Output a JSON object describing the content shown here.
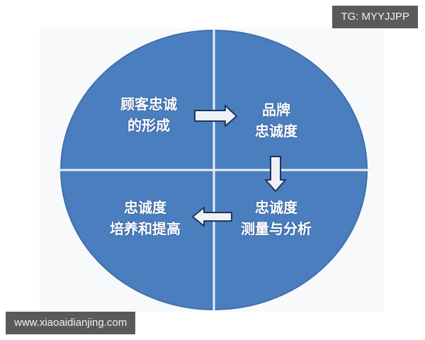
{
  "diagram": {
    "type": "quadrant-cycle",
    "colors": {
      "fill": "#4a7ebf",
      "divider": "#e8f0f8",
      "arrow_fill": "#eef2f7",
      "arrow_stroke": "#1d3557",
      "text": "#ffffff",
      "background": "#f8f9fb"
    },
    "quadrants": [
      {
        "position": "top-left",
        "lines": [
          "顾客忠诚",
          "的形成"
        ]
      },
      {
        "position": "top-right",
        "lines": [
          "品牌",
          "忠诚度"
        ]
      },
      {
        "position": "bottom-right",
        "lines": [
          "忠诚度",
          "测量与分析"
        ]
      },
      {
        "position": "bottom-left",
        "lines": [
          "忠诚度",
          "培养和提高"
        ]
      }
    ],
    "flow": [
      {
        "from": "顾客忠诚的形成",
        "to": "品牌忠诚度",
        "direction": "right"
      },
      {
        "from": "品牌忠诚度",
        "to": "忠诚度测量与分析",
        "direction": "down"
      },
      {
        "from": "忠诚度测量与分析",
        "to": "忠诚度培养和提高",
        "direction": "left"
      }
    ]
  },
  "watermarks": {
    "top_right": "TG: MYYJJPP",
    "bottom_left": "www.xiaoaidianjing.com"
  }
}
